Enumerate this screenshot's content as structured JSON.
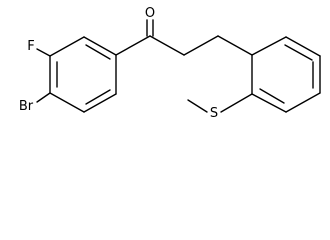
{
  "molecule": {
    "atoms": {
      "oxygen": "O",
      "fluorine": "F",
      "bromine": "Br",
      "sulfur": "S"
    },
    "colors": {
      "bond": "#000000",
      "label": "#000000",
      "background": "#ffffff"
    }
  }
}
